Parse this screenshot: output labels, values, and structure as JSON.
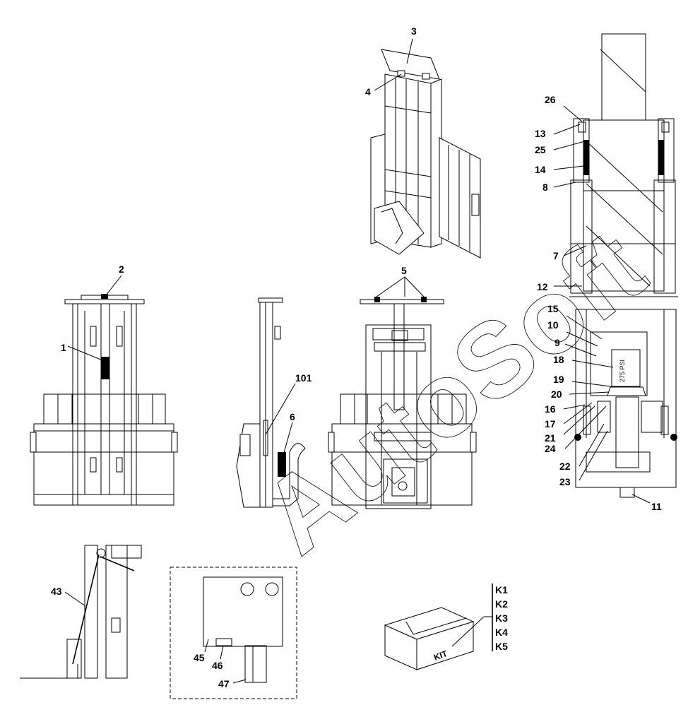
{
  "callouts": {
    "c1": "1",
    "c2": "2",
    "c3": "3",
    "c4": "4",
    "c5": "5",
    "c6": "6",
    "c7": "7",
    "c8": "8",
    "c9": "9",
    "c10": "10",
    "c11": "11",
    "c12": "12",
    "c13": "13",
    "c14": "14",
    "c15": "15",
    "c16": "16",
    "c17": "17",
    "c18": "18",
    "c19": "19",
    "c20": "20",
    "c21": "21",
    "c22": "22",
    "c23": "23",
    "c24": "24",
    "c25": "25",
    "c26": "26",
    "c43": "43",
    "c45": "45",
    "c46": "46",
    "c47": "47",
    "c101": "101"
  },
  "pressure_label": "275 PSI",
  "kit": {
    "box_label": "KIT",
    "items": [
      "K1",
      "K2",
      "K3",
      "K4",
      "K5"
    ]
  },
  "watermark": "AutoSoft"
}
